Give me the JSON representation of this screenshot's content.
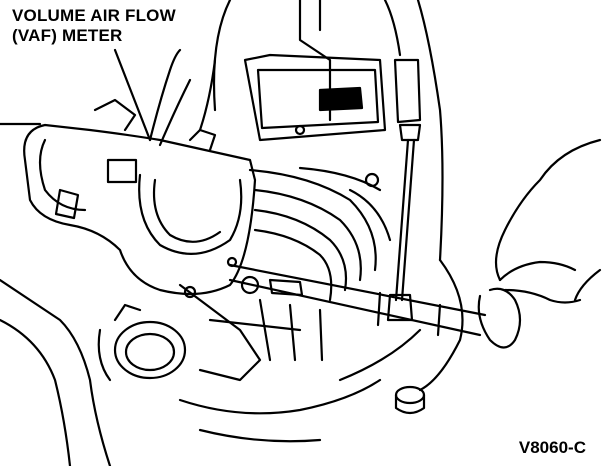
{
  "label": {
    "line1": "VOLUME AIR FLOW",
    "line2": "(VAF) METER"
  },
  "figure_code": "V8060-C",
  "colors": {
    "ink": "#000000",
    "paper": "#ffffff"
  }
}
